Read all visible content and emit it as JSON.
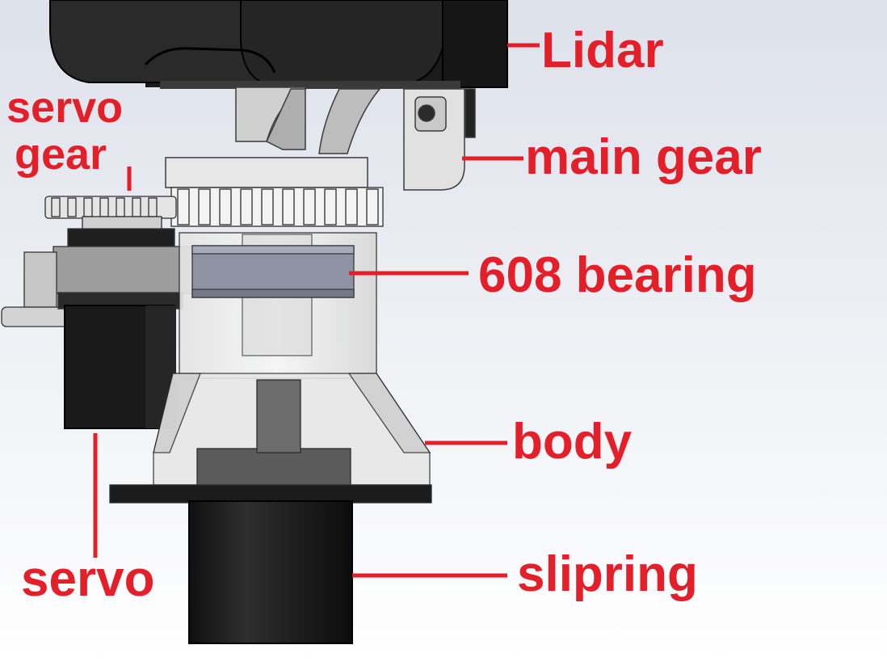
{
  "labels": {
    "lidar": "Lidar",
    "main_gear": "main gear",
    "servo_gear_line1": "servo",
    "servo_gear_line2": "gear",
    "bearing": "608 bearing",
    "body": "body",
    "servo": "servo",
    "slipring": "slipring"
  },
  "colors": {
    "label": "#e3202a",
    "background_top": "#dde1ea",
    "background_bottom": "#ffffff",
    "black_part": "#1b1b1b",
    "gray_part": "#b9b9b9",
    "light_part": "#e9e9e9",
    "bearing": "#8d93a3"
  }
}
